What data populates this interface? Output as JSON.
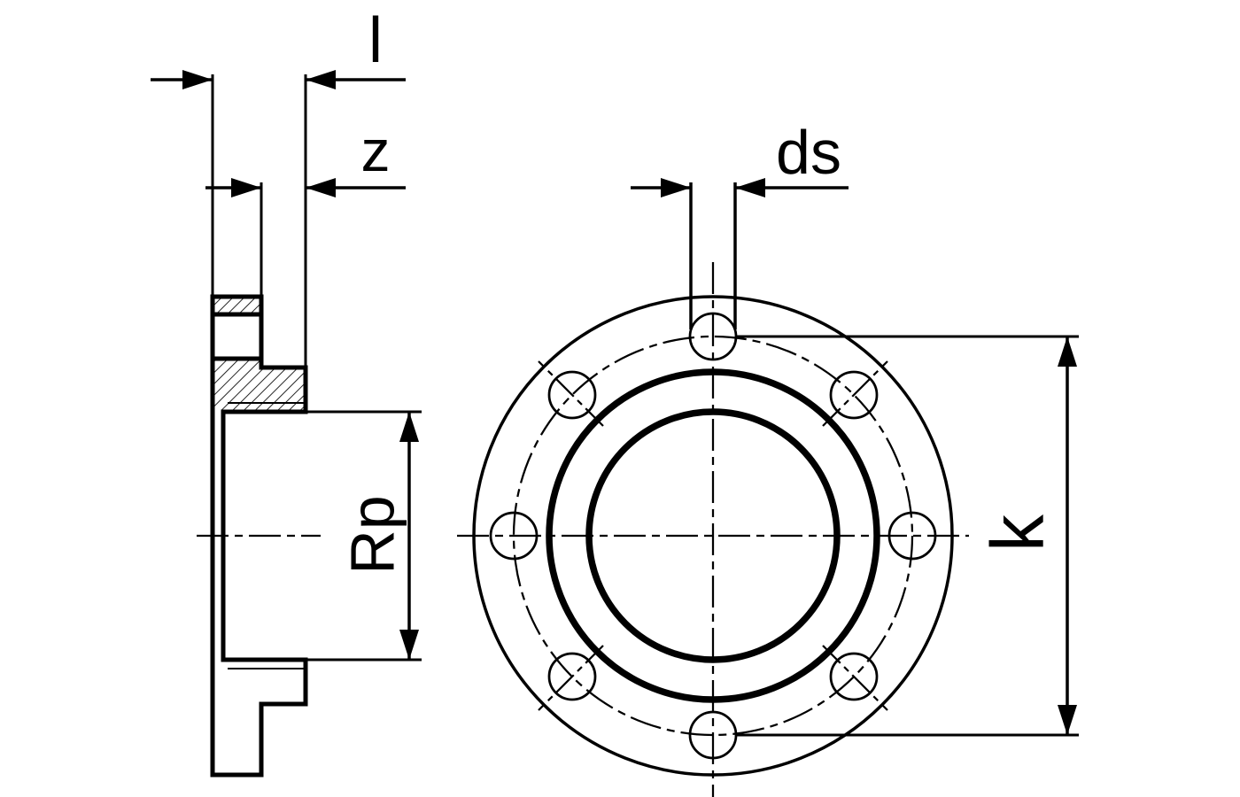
{
  "colors": {
    "ink": "#000000",
    "background": "#ffffff"
  },
  "dimension_labels": {
    "l": "l",
    "z": "z",
    "ds": "ds",
    "rp": "Rp",
    "k": "k"
  }
}
